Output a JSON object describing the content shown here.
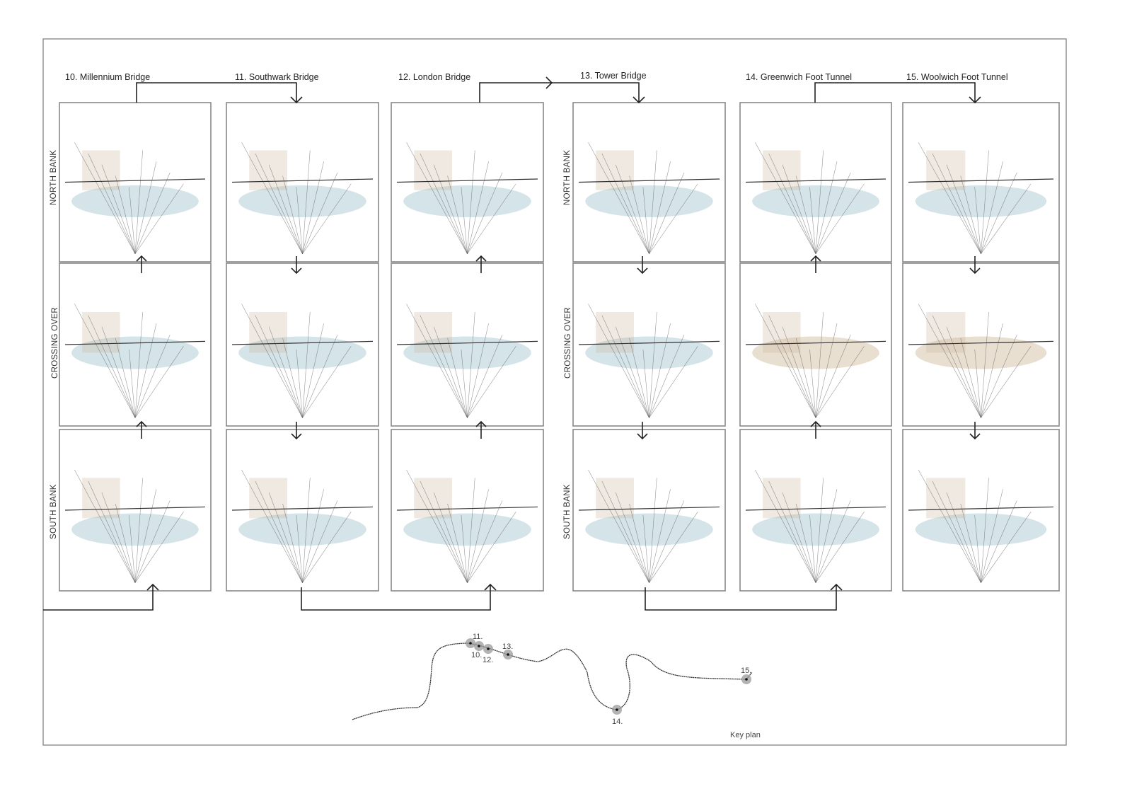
{
  "bridges": [
    {
      "number": "10.",
      "label": "10. Millennium Bridge"
    },
    {
      "number": "11.",
      "label": "11. Southwark Bridge"
    },
    {
      "number": "12.",
      "label": "12. London Bridge"
    },
    {
      "number": "13.",
      "label": "13. Tower Bridge"
    },
    {
      "number": "14.",
      "label": "14. Greenwich Foot Tunnel"
    },
    {
      "number": "15.",
      "label": "15. Woolwich Foot Tunnel"
    }
  ],
  "rows": {
    "north": "NORTH BANK",
    "crossing": "CROSSING OVER",
    "south": "SOUTH BANK"
  },
  "key_plan": {
    "title": "Key plan",
    "markers": [
      "10.",
      "11.",
      "12.",
      "13.",
      "14.",
      "15."
    ]
  },
  "colors": {
    "water": "#9fc3cf",
    "stone": "#cdb79a",
    "ink": "#222222"
  }
}
